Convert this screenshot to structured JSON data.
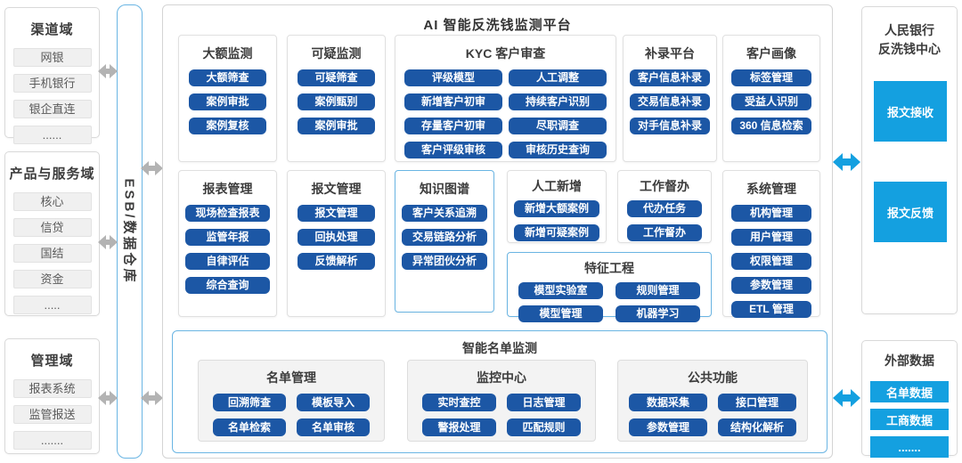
{
  "platform_title": "AI 智能反洗钱监测平台",
  "esb_label": "ESB/数据仓库",
  "left_domains": [
    {
      "title": "渠道域",
      "items": [
        "网银",
        "手机银行",
        "银企直连",
        "......"
      ]
    },
    {
      "title": "产品与服务域",
      "items": [
        "核心",
        "信贷",
        "国结",
        "资金",
        "....."
      ]
    },
    {
      "title": "管理域",
      "items": [
        "报表系统",
        "监管报送",
        "......."
      ]
    }
  ],
  "modules": [
    {
      "title": "大额监测",
      "items": [
        "大额筛查",
        "案例审批",
        "案例复核"
      ]
    },
    {
      "title": "可疑监测",
      "items": [
        "可疑筛查",
        "案例甄别",
        "案例审批"
      ]
    },
    {
      "title": "KYC 客户审查",
      "items": [
        "评级模型",
        "人工调整",
        "新增客户初审",
        "持续客户识别",
        "存量客户初审",
        "尽职调查",
        "客户评级审核",
        "审核历史查询"
      ]
    },
    {
      "title": "补录平台",
      "items": [
        "客户信息补录",
        "交易信息补录",
        "对手信息补录"
      ]
    },
    {
      "title": "客户画像",
      "items": [
        "标签管理",
        "受益人识别",
        "360 信息检索"
      ]
    },
    {
      "title": "报表管理",
      "items": [
        "现场检查报表",
        "监管年报",
        "自律评估",
        "综合查询"
      ]
    },
    {
      "title": "报文管理",
      "items": [
        "报文管理",
        "回执处理",
        "反馈解析"
      ]
    },
    {
      "title": "知识图谱",
      "items": [
        "客户关系追溯",
        "交易链路分析",
        "异常团伙分析"
      ]
    },
    {
      "title": "人工新增",
      "items": [
        "新增大额案例",
        "新增可疑案例"
      ]
    },
    {
      "title": "工作督办",
      "items": [
        "代办任务",
        "工作督办"
      ]
    },
    {
      "title": "特征工程",
      "items": [
        "模型实验室",
        "规则管理",
        "模型管理",
        "机器学习"
      ]
    },
    {
      "title": "系统管理",
      "items": [
        "机构管理",
        "用户管理",
        "权限管理",
        "参数管理",
        "ETL 管理"
      ]
    }
  ],
  "list_monitor": {
    "title": "智能名单监测",
    "groups": [
      {
        "title": "名单管理",
        "items": [
          "回溯筛查",
          "模板导入",
          "名单检索",
          "名单审核"
        ]
      },
      {
        "title": "监控中心",
        "items": [
          "实时查控",
          "日志管理",
          "警报处理",
          "匹配规则"
        ]
      },
      {
        "title": "公共功能",
        "items": [
          "数据采集",
          "接口管理",
          "参数管理",
          "结构化解析"
        ]
      }
    ]
  },
  "right": {
    "pboc": {
      "title_line1": "人民银行",
      "title_line2": "反洗钱中心",
      "items": [
        "报文接收",
        "报文反馈"
      ]
    },
    "external": {
      "title": "外部数据",
      "items": [
        "名单数据",
        "工商数据",
        "......."
      ]
    }
  },
  "colors": {
    "dark_blue": "#1c57a5",
    "bright_blue": "#14a0e0",
    "light_blue_border": "#6ab5e3"
  }
}
